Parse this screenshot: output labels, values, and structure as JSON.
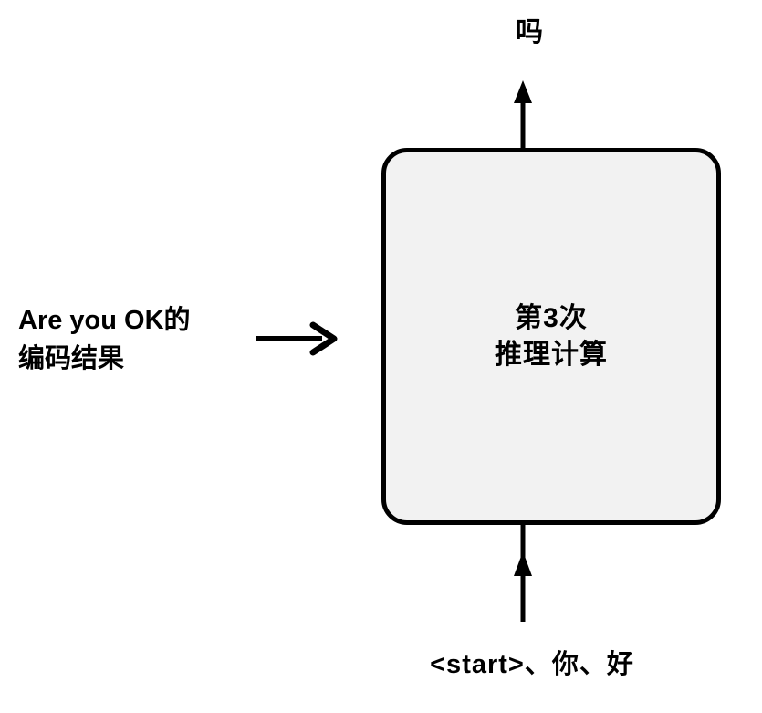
{
  "diagram": {
    "title_semantics": "LLM autoregressive inference step diagram",
    "box": {
      "line1": "第3次",
      "line2": "推理计算",
      "fill_color": "#f2f2f2",
      "border_color": "#000000"
    },
    "output_label": "吗",
    "left_label": {
      "line1": "Are you OK的",
      "line2": "编码结果"
    },
    "bottom_label": "<start>、你、好",
    "arrow_color": "#000000",
    "text_color": "#000000"
  }
}
